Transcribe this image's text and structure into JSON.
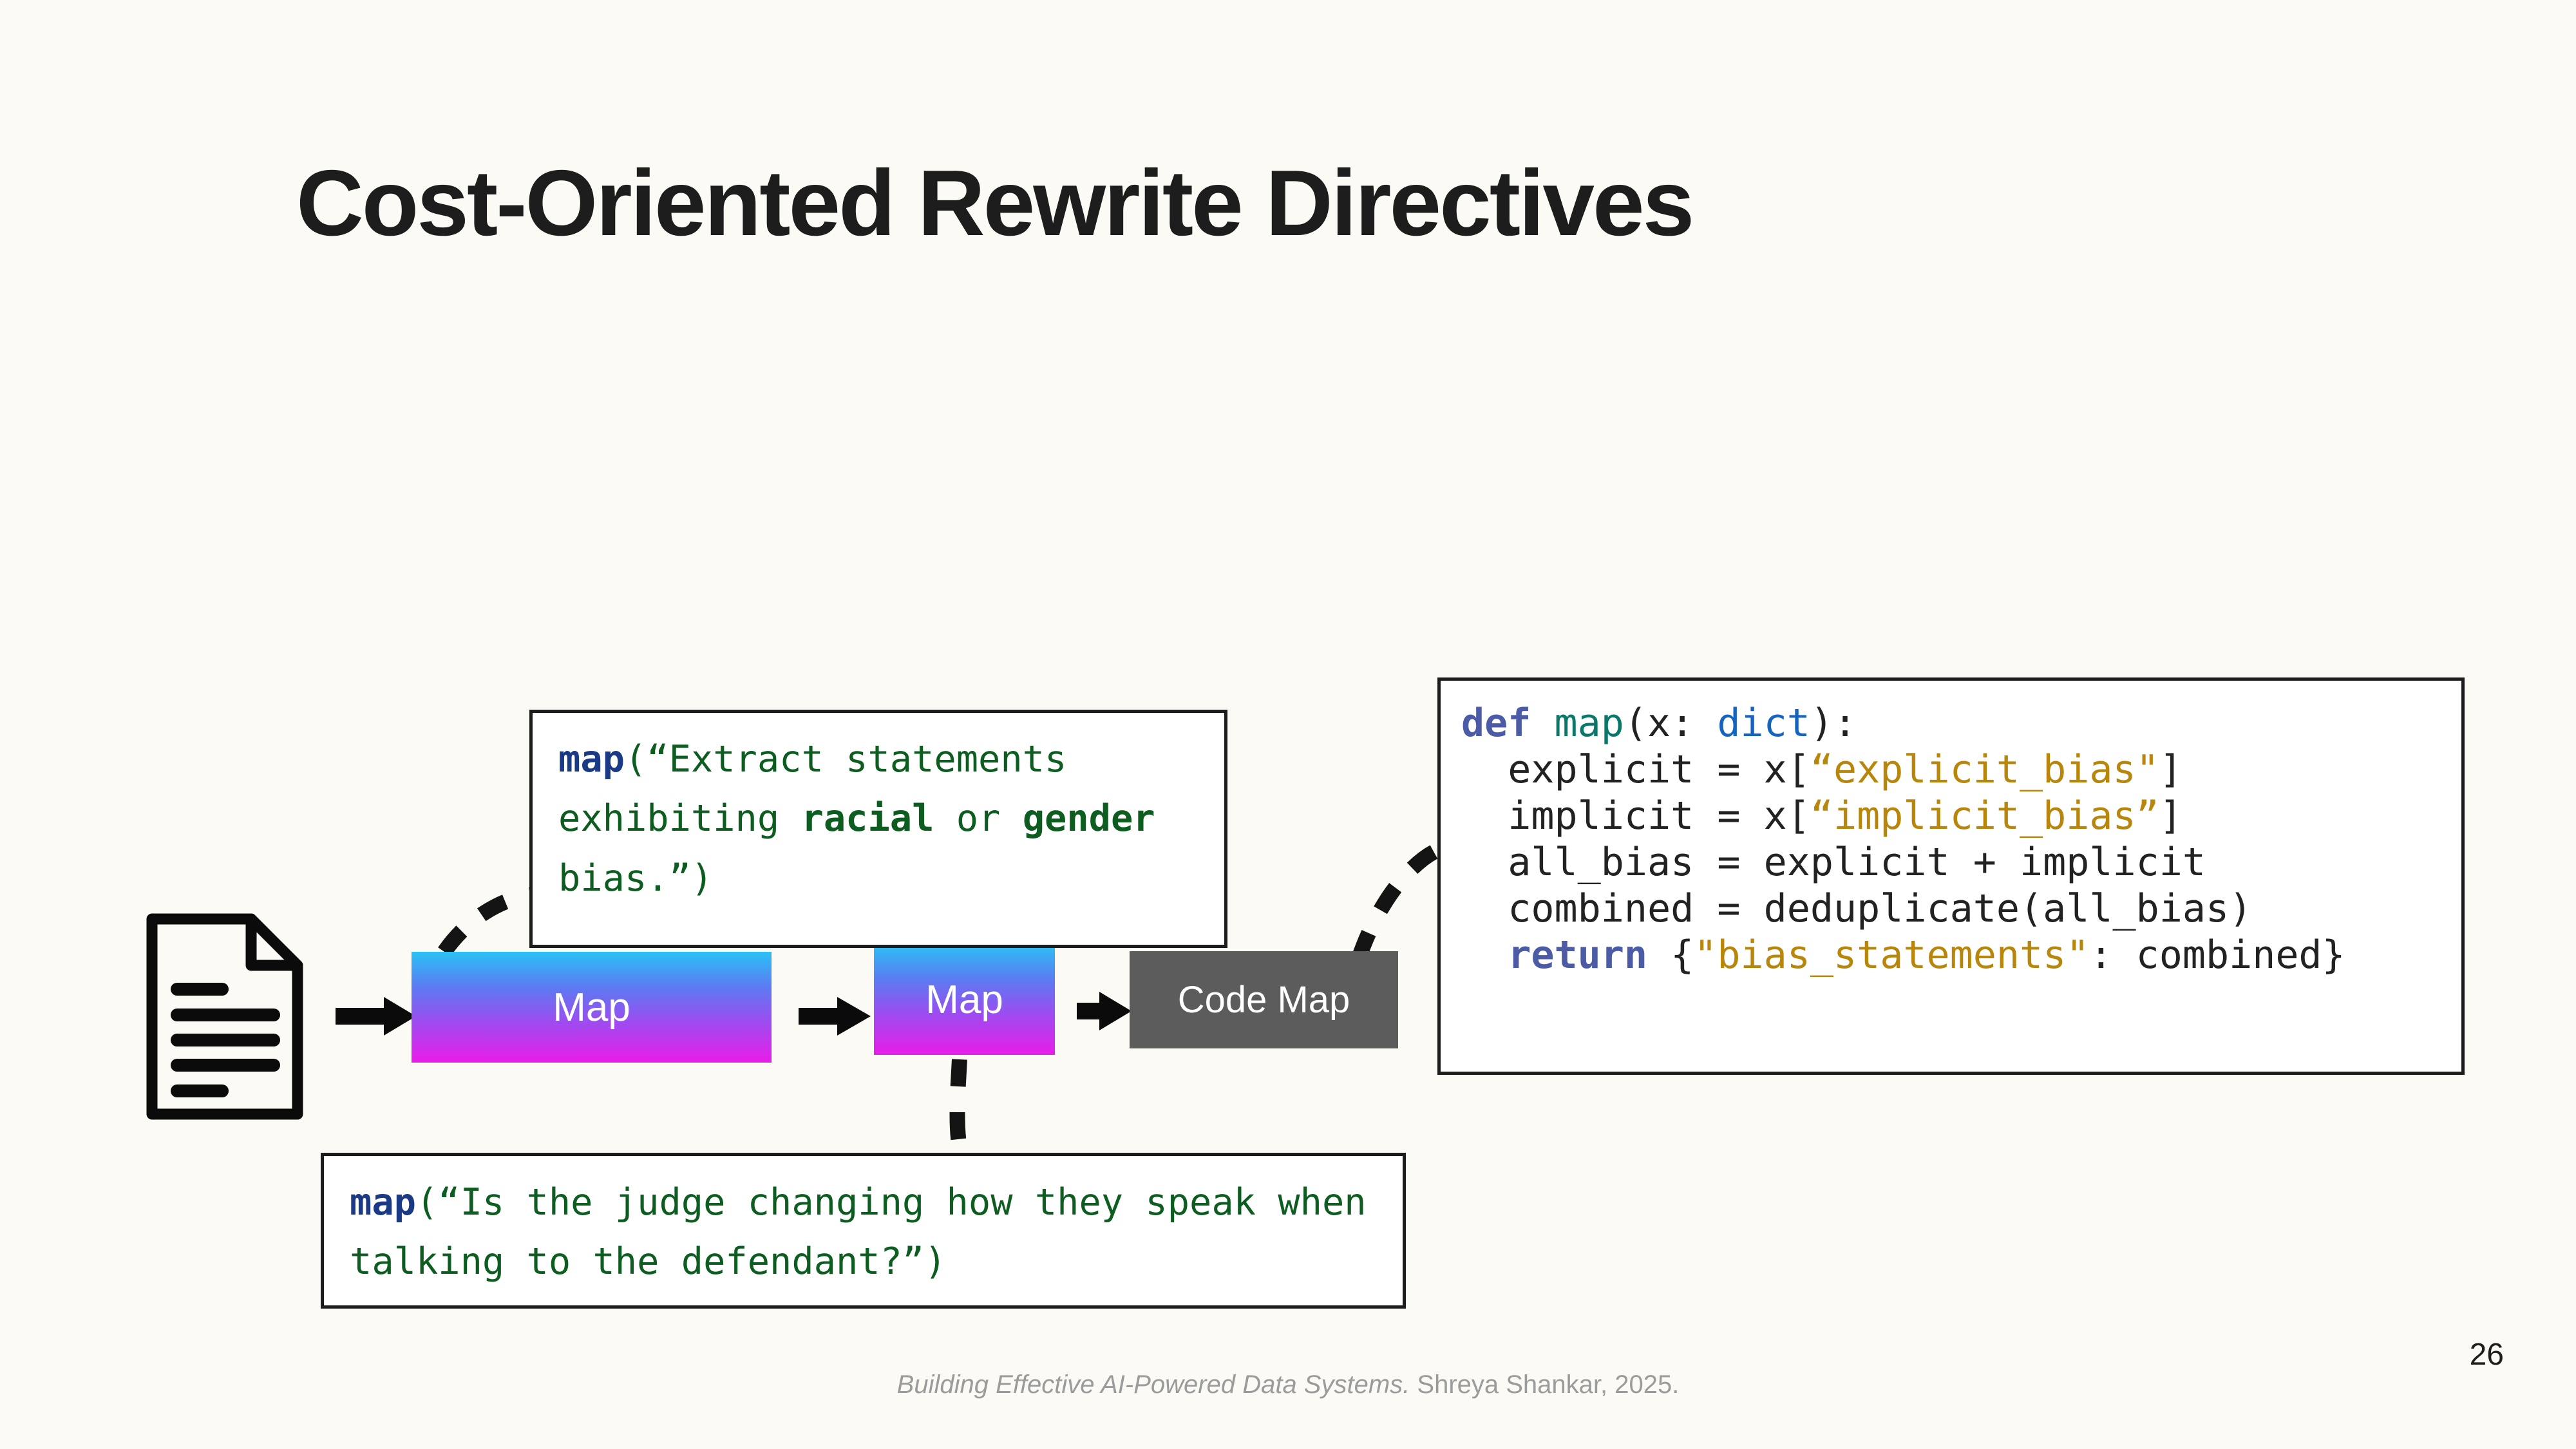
{
  "slide": {
    "title": "Cost-Oriented Rewrite Directives",
    "page_number": "26",
    "background_color": "#fbfaf5"
  },
  "footer": {
    "italic_part": "Building Effective AI-Powered Data Systems.",
    "plain_part": " Shreya Shankar, 2025."
  },
  "pipeline": {
    "source_icon": "document-icon",
    "boxes": [
      {
        "label": "Map",
        "style": "gradient",
        "gradient_from": "#29c2f5",
        "gradient_to": "#e91ce9"
      },
      {
        "label": "Map",
        "style": "gradient",
        "gradient_from": "#29c2f5",
        "gradient_to": "#e91ce9"
      },
      {
        "label": "Code Map",
        "style": "solid",
        "fill": "#5c5c5c"
      }
    ]
  },
  "callouts": {
    "extract": {
      "fn": "map",
      "open": "(“Extract statements exhibiting ",
      "bold1": "racial",
      "mid": " or ",
      "bold2": "gender",
      "close": " bias.”)",
      "full_text": "map(“Extract statements exhibiting racial or gender bias.”)"
    },
    "judge": {
      "fn": "map",
      "rest": "(“Is the judge changing how they speak when talking to the defendant?”)",
      "full_text": "map(“Is the judge changing how they speak when talking to the defendant?”)"
    }
  },
  "code_block": {
    "language": "python",
    "lines": [
      "def map(x: dict):",
      "  explicit = x[“explicit_bias\"]",
      "  implicit = x[“implicit_bias”]",
      "  all_bias = explicit + implicit",
      "  combined = deduplicate(all_bias)",
      "  return {\"bias_statements\": combined}"
    ],
    "tokens": {
      "kw_def": "def",
      "fn_map": "map",
      "args": "(x: ",
      "type_dict": "dict",
      "args_close": "):",
      "l2_a": "  explicit = x[",
      "l2_s": "“explicit_bias\"",
      "l2_b": "]",
      "l3_a": "  implicit = x[",
      "l3_s": "“implicit_bias”",
      "l3_b": "]",
      "l4": "  all_bias = explicit + implicit",
      "l5": "  combined = deduplicate(all_bias)",
      "l6_kw": "  return",
      "l6_a": " {",
      "l6_s": "\"bias_statements\"",
      "l6_b": ": combined}"
    },
    "colors": {
      "keyword": "#4b5ba6",
      "function": "#09786a",
      "type": "#1565c0",
      "string": "#b8860b",
      "text": "#222222"
    }
  }
}
